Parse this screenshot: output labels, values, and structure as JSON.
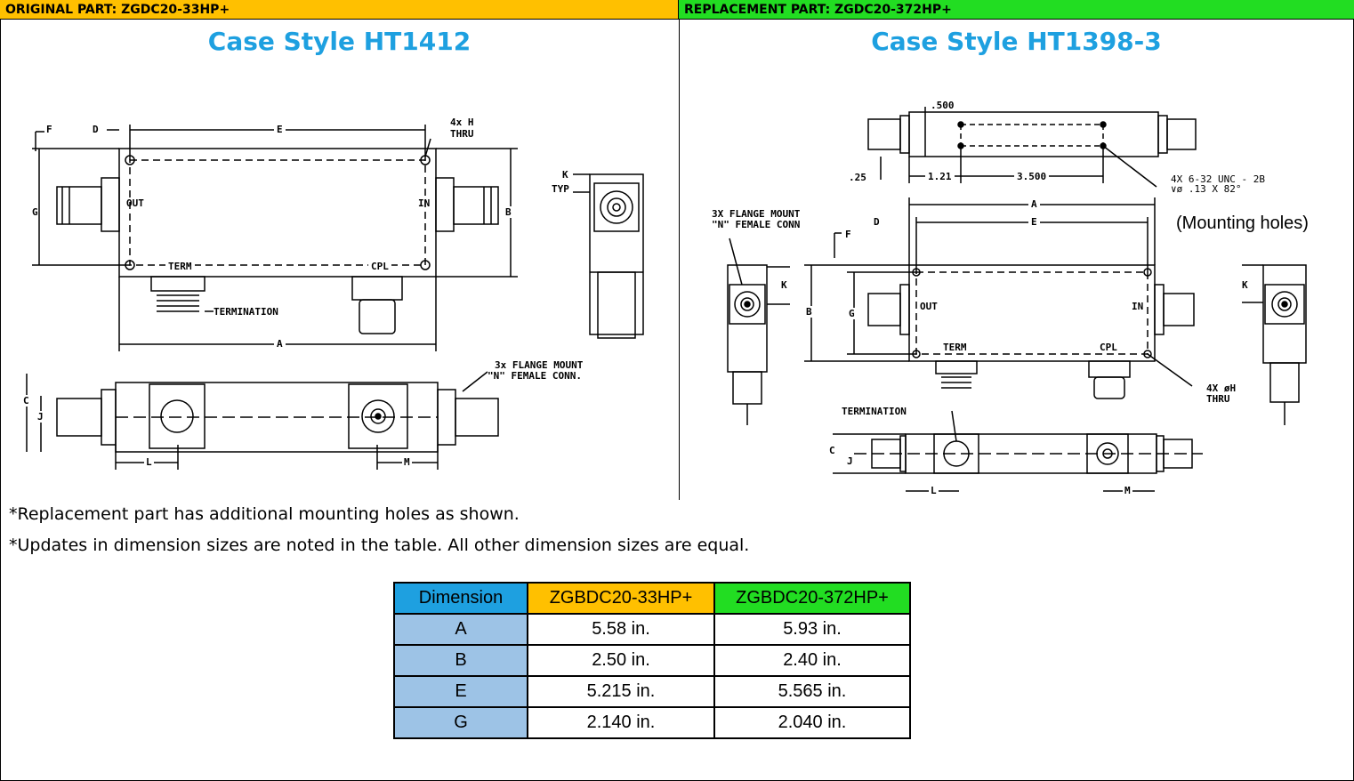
{
  "header": {
    "original": "ORIGINAL PART: ZGDC20-33HP+",
    "replacement": "REPLACEMENT PART: ZGDC20-372HP+"
  },
  "left": {
    "case_style": "Case Style HT1412",
    "labels": {
      "f": "F",
      "d": "D",
      "e": "E",
      "h": "4x  H",
      "thru": "THRU",
      "g": "G",
      "b": "B",
      "out": "OUT",
      "in": "IN",
      "term": "TERM",
      "cpl": "CPL",
      "termination": "TERMINATION",
      "a": "A",
      "k": "K",
      "typ": "TYP",
      "c": "C",
      "j": "J",
      "l": "L",
      "m": "M",
      "flange1": "3x FLANGE MOUNT",
      "flange2": "\"N\" FEMALE CONN."
    }
  },
  "right": {
    "case_style": "Case Style HT1398-3",
    "mounting_note": "(Mounting holes)",
    "labels": {
      "d500": ".500",
      "d25": ".25",
      "d121": "1.21",
      "d3500": "3.500",
      "holes1": "4X 6-32 UNC - 2B",
      "holes2": "∨ø .13 X 82°",
      "flange1": "3X FLANGE MOUNT",
      "flange2": "\"N\" FEMALE CONN",
      "a": "A",
      "d": "D",
      "e": "E",
      "f": "F",
      "k": "K",
      "b": "B",
      "g": "G",
      "out": "OUT",
      "in": "IN",
      "term": "TERM",
      "cpl": "CPL",
      "thru1": "4X øH",
      "thru2": "THRU",
      "termination": "TERMINATION",
      "c": "C",
      "j": "J",
      "l": "L",
      "m": "M",
      "k2": "K"
    }
  },
  "notes": [
    "*Replacement part has additional mounting holes as shown.",
    "*Updates in dimension sizes are noted in the table. All other dimension sizes are equal."
  ],
  "table": {
    "headers": [
      "Dimension",
      "ZGBDC20-33HP+",
      "ZGBDC20-372HP+"
    ],
    "rows": [
      [
        "A",
        "5.58 in.",
        "5.93 in."
      ],
      [
        "B",
        "2.50 in.",
        "2.40 in."
      ],
      [
        "E",
        "5.215 in.",
        "5.565 in."
      ],
      [
        "G",
        "2.140 in.",
        "2.040 in."
      ]
    ]
  },
  "colors": {
    "original_header": "#ffc000",
    "replacement_header": "#22dd22",
    "case_title": "#1ea0e0",
    "dimension_cell": "#9dc3e6"
  }
}
